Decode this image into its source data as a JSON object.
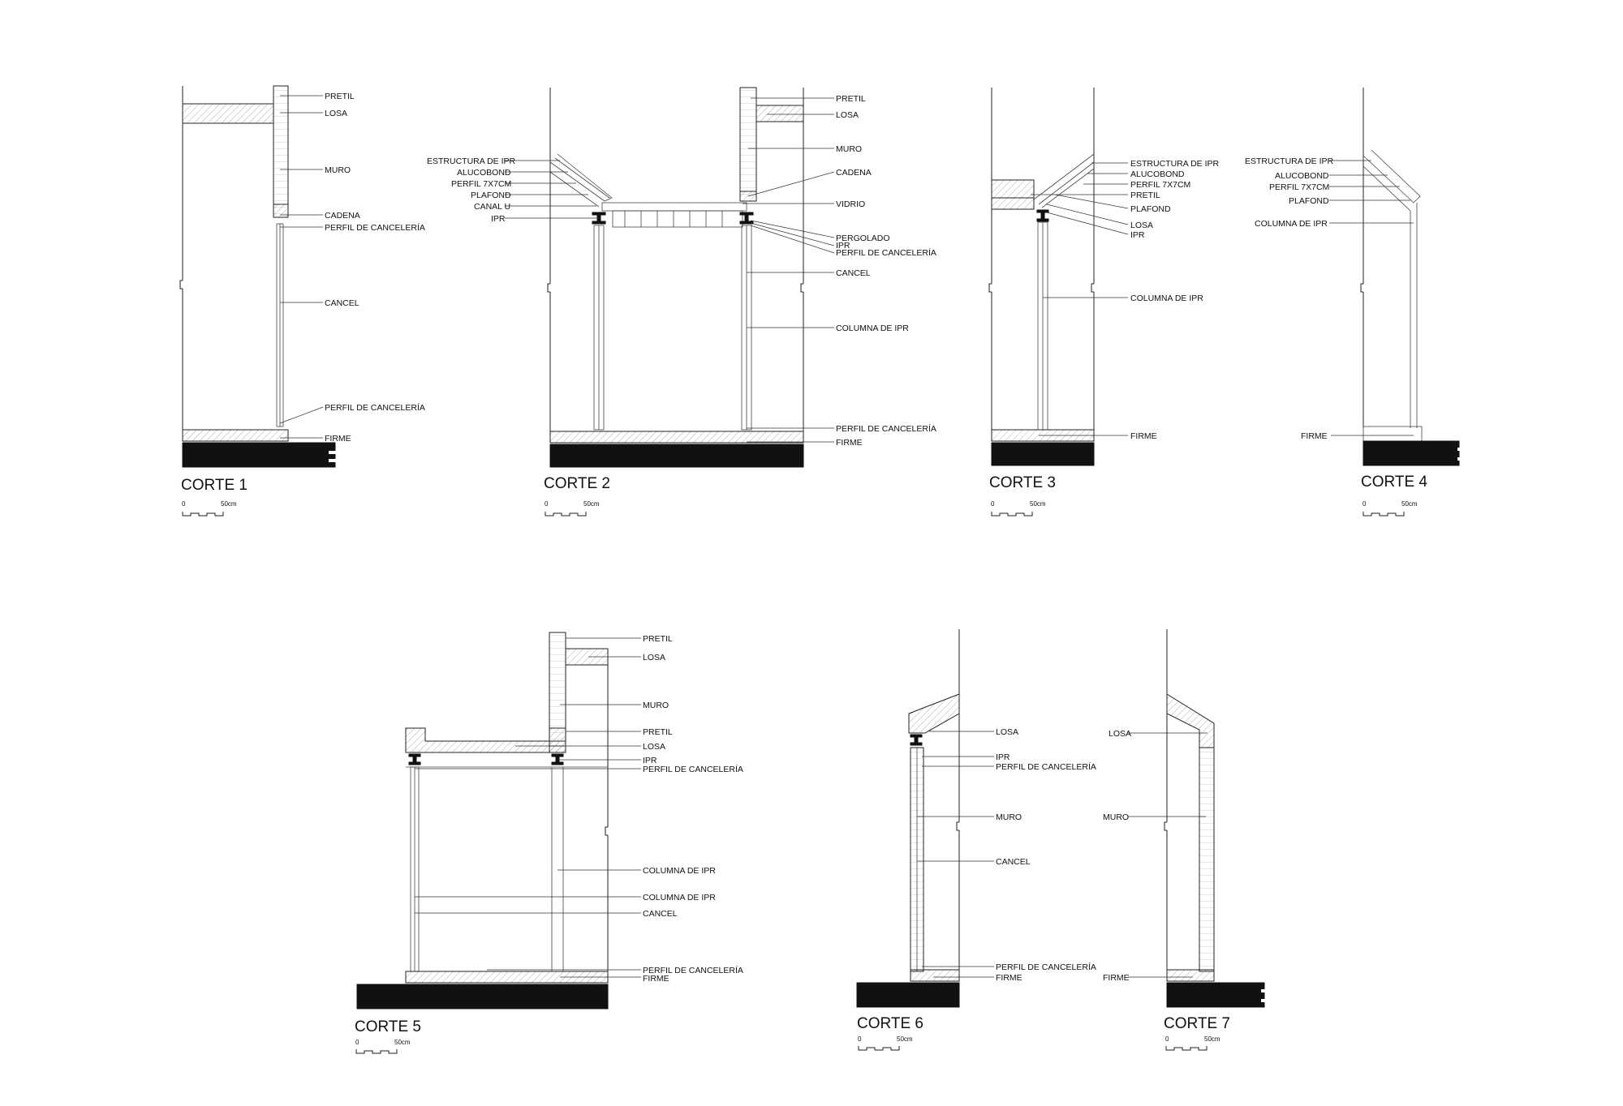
{
  "scale": {
    "start": "0",
    "end": "50cm"
  },
  "sections": [
    {
      "title": "CORTE 1",
      "labels": [
        "PRETIL",
        "LOSA",
        "MURO",
        "CADENA",
        "PERFIL DE CANCELERÍA",
        "CANCEL",
        "PERFIL DE CANCELERÍA",
        "FIRME"
      ]
    },
    {
      "title": "CORTE 2",
      "labels": [
        "ESTRUCTURA DE IPR",
        "ALUCOBOND",
        "PERFIL 7X7CM",
        "PLAFOND",
        "CANAL U",
        "IPR",
        "PRETIL",
        "LOSA",
        "MURO",
        "CADENA",
        "VIDRIO",
        "PERGOLADO",
        "IPR",
        "PERFIL DE CANCELERÍA",
        "CANCEL",
        "COLUMNA DE IPR",
        "PERFIL DE CANCELERÍA",
        "FIRME"
      ]
    },
    {
      "title": "CORTE 3",
      "labels": [
        "ESTRUCTURA DE IPR",
        "ALUCOBOND",
        "PERFIL 7X7CM",
        "PRETIL",
        "PLAFOND",
        "LOSA",
        "IPR",
        "COLUMNA DE IPR",
        "FIRME"
      ]
    },
    {
      "title": "CORTE 4",
      "labels": [
        "ESTRUCTURA DE IPR",
        "ALUCOBOND",
        "PERFIL 7X7CM",
        "PLAFOND",
        "COLUMNA DE IPR",
        "FIRME"
      ]
    },
    {
      "title": "CORTE 5",
      "labels": [
        "PRETIL",
        "LOSA",
        "MURO",
        "PRETIL",
        "LOSA",
        "IPR",
        "PERFIL DE CANCELERÍA",
        "COLUMNA DE IPR",
        "COLUMNA DE IPR",
        "CANCEL",
        "PERFIL DE CANCELERÍA",
        "FIRME"
      ]
    },
    {
      "title": "CORTE 6",
      "labels": [
        "LOSA",
        "IPR",
        "PERFIL DE CANCELERÍA",
        "MURO",
        "CANCEL",
        "PERFIL DE CANCELERÍA",
        "FIRME"
      ]
    },
    {
      "title": "CORTE 7",
      "labels": [
        "LOSA",
        "MURO",
        "FIRME"
      ]
    }
  ]
}
